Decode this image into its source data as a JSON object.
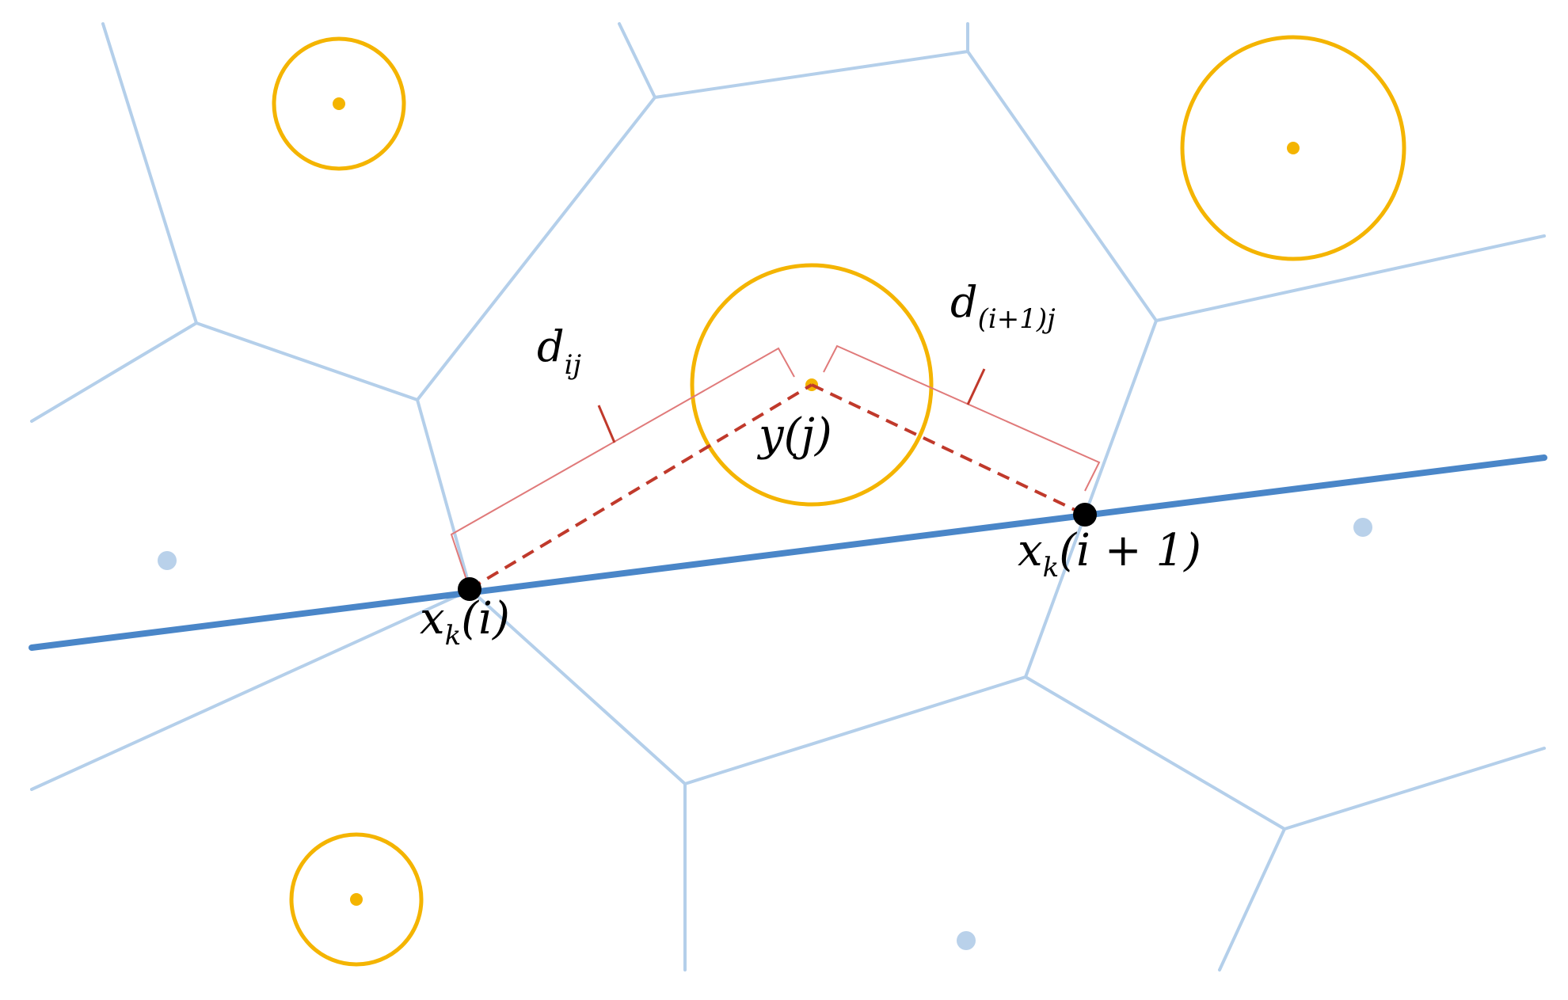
{
  "labels": {
    "d_ij": {
      "base": "d",
      "sub": "ij"
    },
    "d_i1j": {
      "base": "d",
      "sub": "(i+1)j"
    },
    "y_j": {
      "text": "y(j)"
    },
    "xk_i": {
      "base": "x",
      "sub": "k",
      "arg": "(i)"
    },
    "xk_i1": {
      "base": "x",
      "sub": "k",
      "arg": "(i + 1)"
    }
  },
  "colors": {
    "cell_edge": "#b4cfea",
    "route": "#4a86c8",
    "coverage": "#f4b400",
    "distance": "#c0392b",
    "track_point": "#000000"
  }
}
